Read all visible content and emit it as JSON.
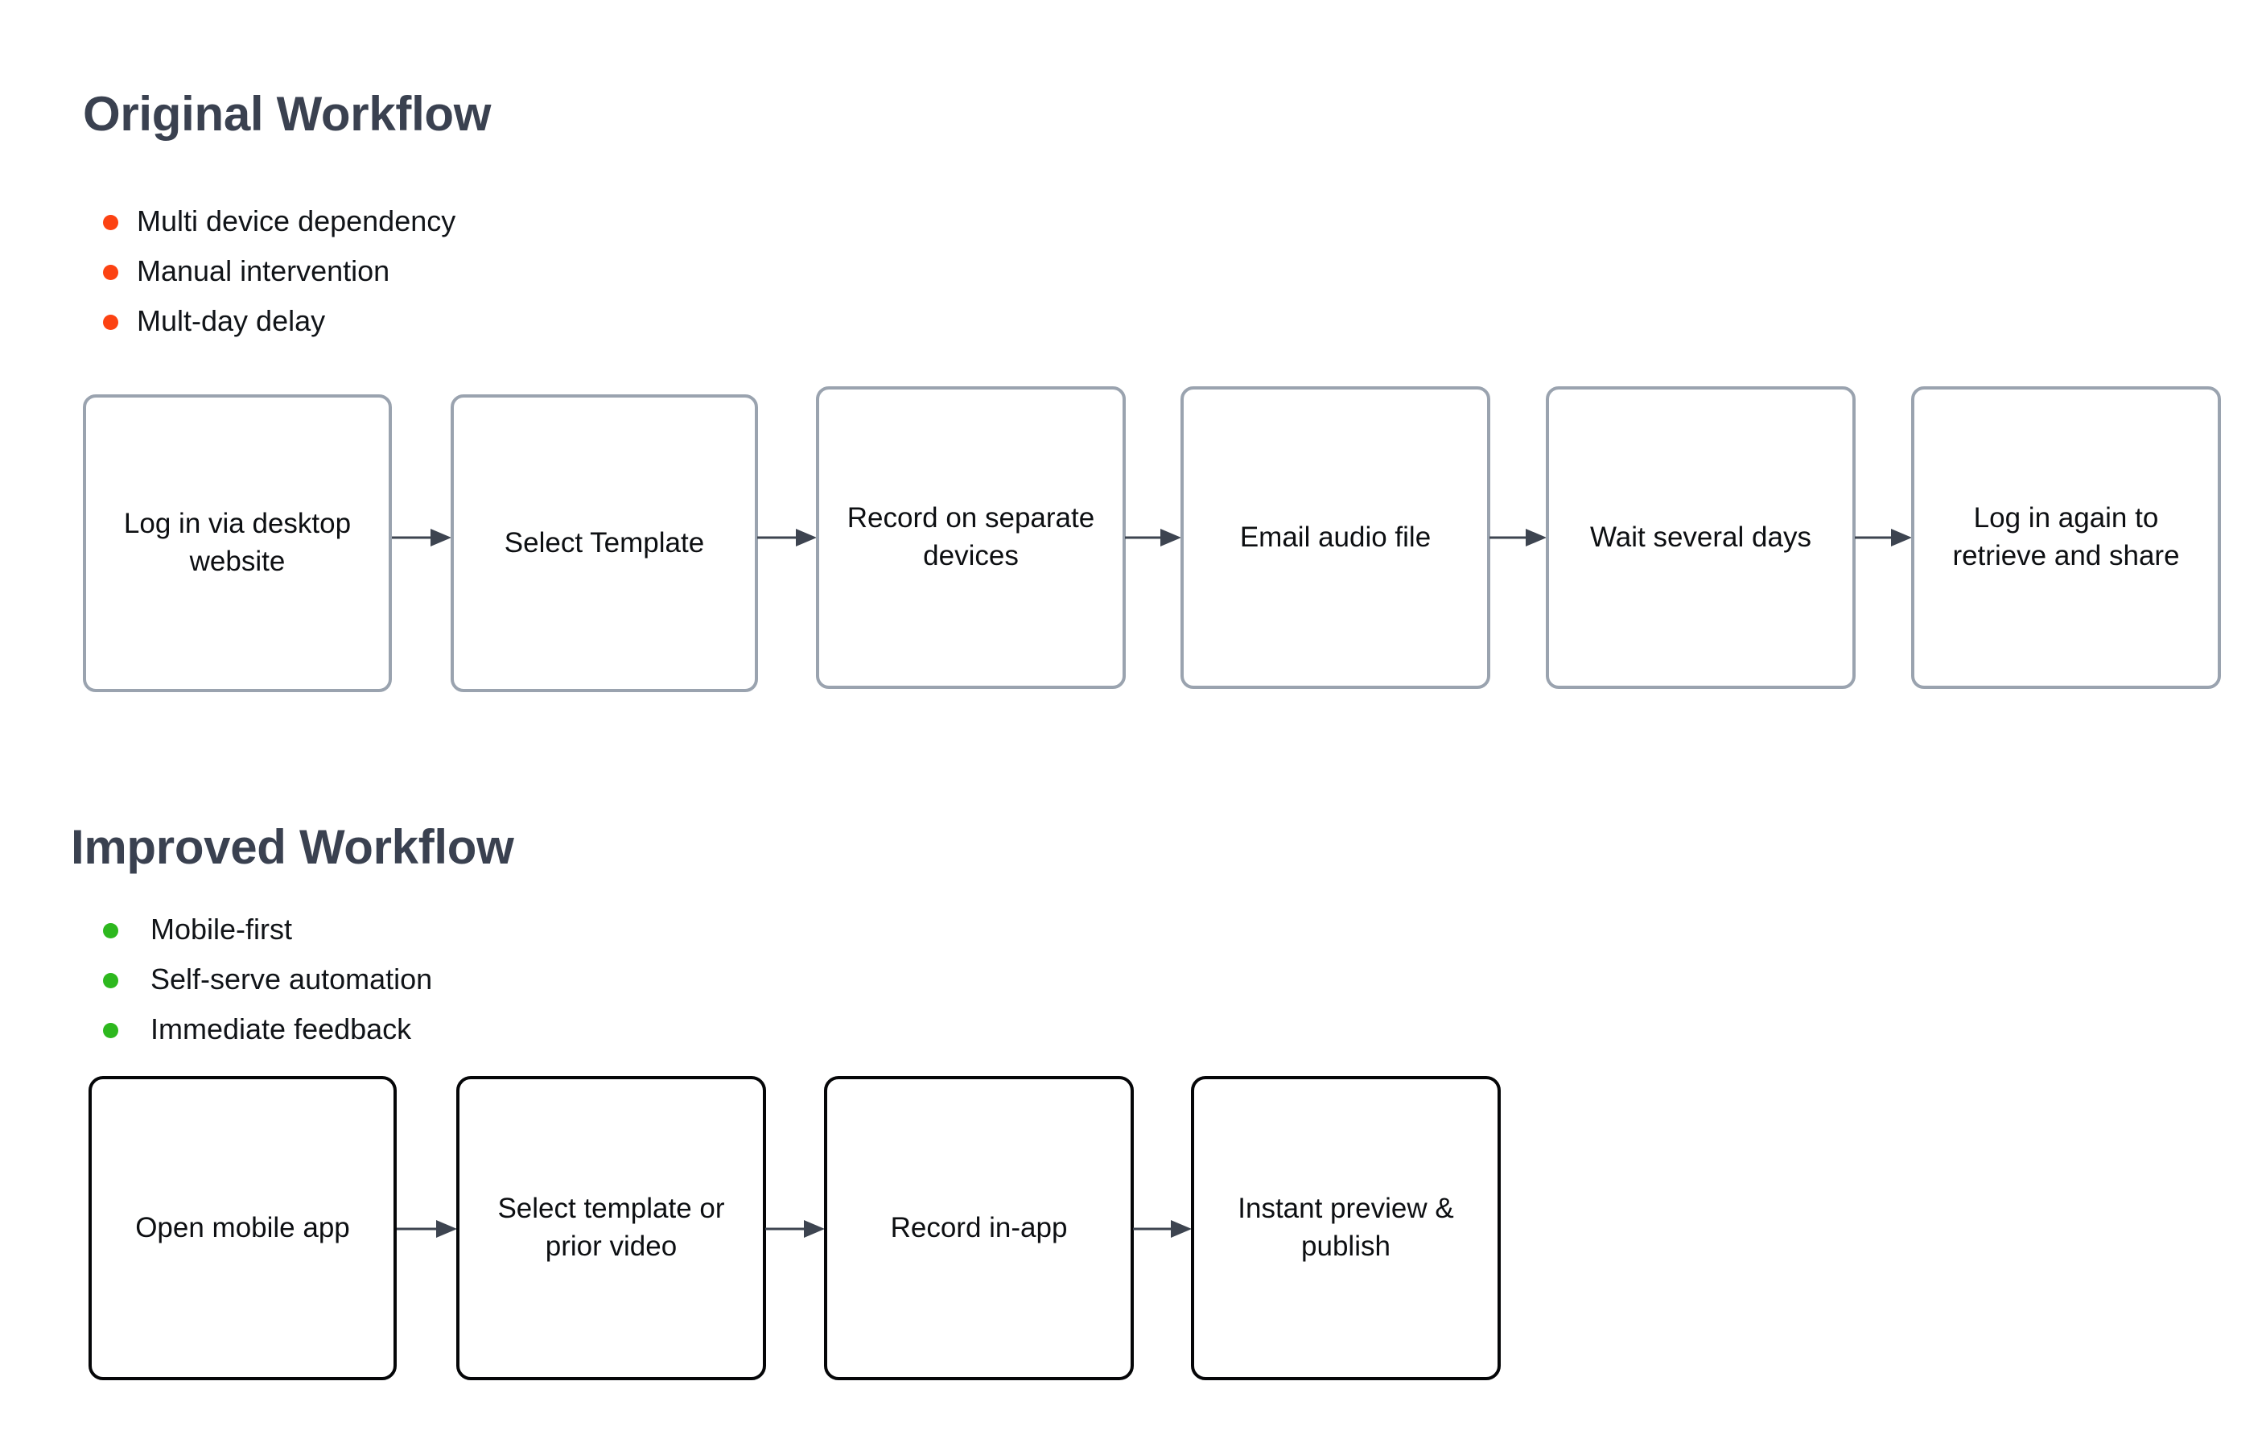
{
  "page": {
    "background": "#ffffff",
    "heading_color": "#3a4150",
    "body_text_color": "#111418"
  },
  "sections": [
    {
      "id": "original",
      "title": "Original Workflow",
      "bullet_color": "#fc4212",
      "bullets": [
        "Multi device dependency",
        "Manual intervention",
        "Mult-day delay"
      ],
      "node_border_color": "#9aa3af",
      "arrow_color": "#3d4450",
      "nodes": [
        "Log in via desktop website",
        "Select Template",
        "Record on separate devices",
        "Email audio file",
        "Wait several days",
        "Log in again to retrieve and share"
      ]
    },
    {
      "id": "improved",
      "title": "Improved Workflow",
      "bullet_color": "#2db81e",
      "bullets": [
        "Mobile-first",
        "Self-serve automation",
        "Immediate feedback"
      ],
      "node_border_color": "#050608",
      "arrow_color": "#3d4450",
      "nodes": [
        "Open mobile app",
        "Select template or prior video",
        "Record in-app",
        "Instant preview & publish"
      ]
    }
  ]
}
